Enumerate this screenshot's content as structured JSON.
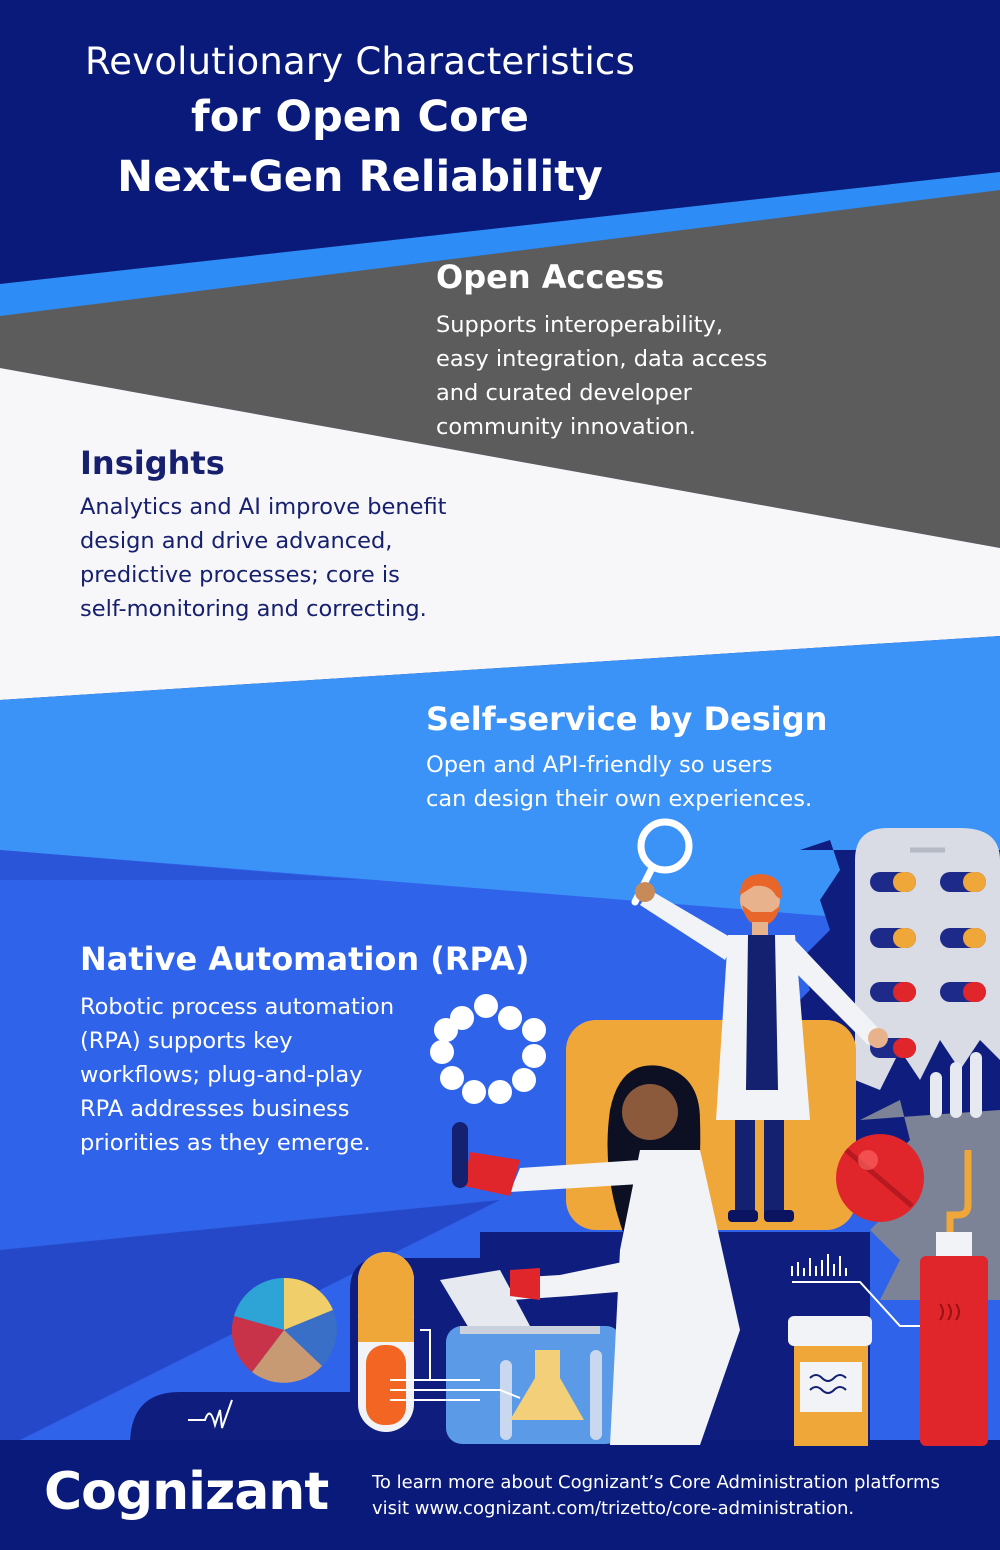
{
  "title": {
    "line1": "Revolutionary Characteristics",
    "line2": "for Open Core",
    "line3": "Next-Gen Reliability"
  },
  "sections": [
    {
      "heading": "Open Access",
      "lines": [
        "Supports interoperability,",
        "easy integration, data access",
        "and curated developer",
        "community innovation."
      ]
    },
    {
      "heading": "Insights",
      "lines": [
        "Analytics and AI improve benefit",
        "design and drive advanced,",
        "predictive processes; core is",
        "self-monitoring and correcting."
      ]
    },
    {
      "heading": "Self-service by Design",
      "lines": [
        "Open and API-friendly so users",
        "can design their own experiences."
      ]
    },
    {
      "heading": "Native Automation (RPA)",
      "lines": [
        "Robotic process automation",
        "(RPA) supports key",
        "workflows; plug-and-play",
        "RPA addresses business",
        "priorities as they emerge."
      ]
    }
  ],
  "footer": {
    "logo_text": "Cognizant",
    "line1": "To learn more about Cognizant’s Core Administration platforms",
    "line2": "visit www.cognizant.com/trizetto/core-administration."
  },
  "colors": {
    "navy": "#0a1a7a",
    "gray": "#5c5c5c",
    "blue": "#2e8cf6",
    "royal": "#2a5ae8",
    "red": "#e0262b",
    "orange": "#f0a73a"
  }
}
